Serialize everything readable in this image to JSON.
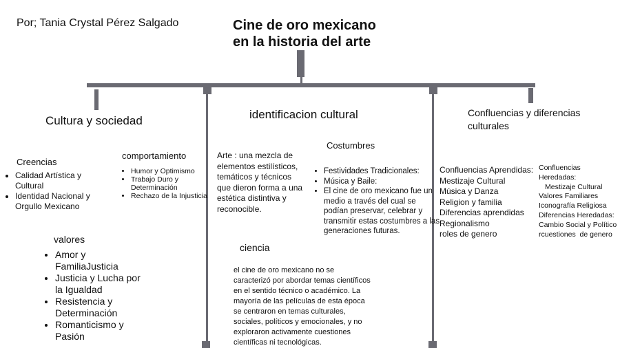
{
  "author": "Por; Tania Crystal Pérez Salgado",
  "title": [
    "Cine de oro mexicano",
    "en la historia del arte"
  ],
  "sections": {
    "cultura": {
      "heading": "Cultura y sociedad",
      "creencias": {
        "label": "Creencias",
        "items": [
          "Calidad Artística y Cultural",
          "Identidad Nacional y Orgullo Mexicano"
        ]
      },
      "comportamiento": {
        "label": "comportamiento",
        "items": [
          "Humor y Optimismo",
          "Trabajo Duro y Determinación",
          "Rechazo de la Injusticia"
        ]
      },
      "valores": {
        "label": "valores",
        "items": [
          "Amor y FamiliaJusticia",
          "Justicia y Lucha por la Igualdad",
          "Resistencia y Determinación",
          "Romanticismo y Pasión"
        ]
      }
    },
    "identificacion": {
      "heading": "identificacion cultural",
      "arte": "Arte : una mezcla de elementos estilísticos, temáticos y técnicos que dieron forma a una estética distintiva y reconocible.",
      "costumbres": {
        "label": "Costumbres",
        "items": [
          "Festividades Tradicionales:",
          "Música y Baile:",
          "El cine de oro mexicano fue un medio a través del cual se podían preservar, celebrar y transmitir estas costumbres a las generaciones futuras."
        ]
      },
      "ciencia": {
        "label": "ciencia",
        "text": "el cine de oro mexicano no se caracterizó por abordar temas científicos en el sentido técnico o académico. La mayoría de las películas de esta época se centraron en temas culturales, sociales, políticos y emocionales, y no exploraron activamente cuestiones científicas ni tecnológicas."
      }
    },
    "confluencias": {
      "heading": "Confluencias y diferencias culturales",
      "aprendidas": [
        "Confluencias Aprendidas:",
        "Mestizaje Cultural",
        "Música y Danza",
        "Religion y familia",
        "Diferencias aprendidas",
        "Regionalismo",
        "roles de genero"
      ],
      "heredadas": [
        "Confluencias Heredadas:",
        "Mestizaje Cultural",
        "Valores Familiares",
        "Iconografía Religiosa",
        "Diferencias Heredadas:",
        "Cambio Social y Político",
        "rcuestiones  de genero"
      ]
    }
  }
}
